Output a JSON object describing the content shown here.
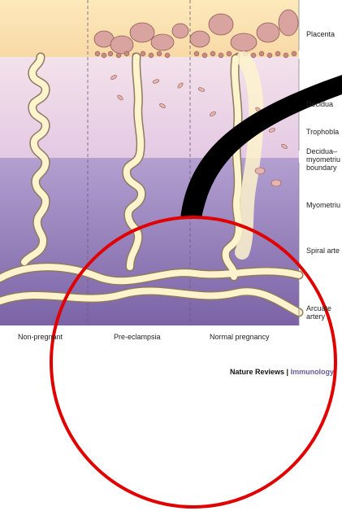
{
  "labels": {
    "placenta": "Placenta",
    "decidua": "Decidua",
    "trophoblast": "Trophobla",
    "boundary_1": "Decidua–",
    "boundary_2": "myometriu",
    "boundary_3": "boundary",
    "myometrium": "Myometriu",
    "spiral": "Spiral arte",
    "arcuate_1": "Arcuate",
    "arcuate_2": "artery"
  },
  "columns": {
    "non_pregnant": "Non-pregnant",
    "pre_eclampsia": "Pre-eclampsia",
    "normal": "Normal pregnancy"
  },
  "credit": {
    "journal": "Nature Reviews",
    "separator": " | ",
    "section": "Immunology"
  },
  "colors": {
    "placenta": "#fbe7b6",
    "decidua": "#ecd6ea",
    "myometrium": "#8c75b2",
    "vessel": "#fdf3cc",
    "villi": "#d9a4a0",
    "annotation_arrow": "#000000",
    "annotation_circle": "#e10000",
    "credit_accent": "#6a5a9a"
  }
}
